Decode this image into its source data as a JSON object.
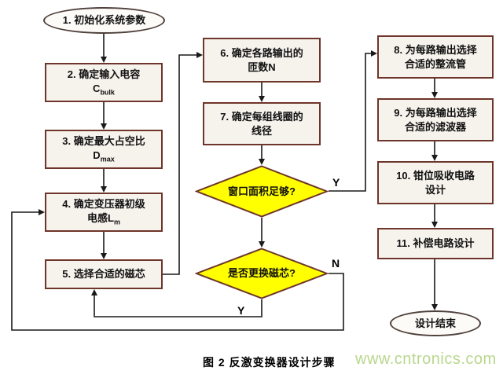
{
  "figure": {
    "caption": "图 2 反激变换器设计步骤",
    "watermark": "www.cntronics.com"
  },
  "branch_labels": {
    "d1_yes": "Y",
    "d2_no": "N",
    "d2_yes": "Y"
  },
  "nodes": {
    "start": {
      "label": "1. 初始化系统参数"
    },
    "n2": {
      "line1": "2. 确定输入电容",
      "sym": "C",
      "sub": "bulk"
    },
    "n3": {
      "line1": "3. 确定最大占空比",
      "sym": "D",
      "sub": "max"
    },
    "n4": {
      "line1": "4. 确定变压器初级",
      "line2": "电感",
      "sym": "L",
      "sub": "m"
    },
    "n5": {
      "label": "5. 选择合适的磁芯"
    },
    "n6": {
      "line1": "6. 确定各路输出的",
      "line2": "匝数N"
    },
    "n7": {
      "line1": "7. 确定每组线圈的",
      "line2": "线径"
    },
    "d1": {
      "label": "窗口面积足够?"
    },
    "d2": {
      "label": "是否更换磁芯?"
    },
    "n8": {
      "line1": "8. 为每路输出选择",
      "line2": "合适的整流管"
    },
    "n9": {
      "line1": "9. 为每路输出选择",
      "line2": "合适的滤波器"
    },
    "n10": {
      "line1": "10. 钳位吸收电路",
      "line2": "设计"
    },
    "n11": {
      "label": "11. 补偿电路设计"
    },
    "end": {
      "label": "设计结束"
    }
  },
  "colors": {
    "diamond_fill": "#ffff00",
    "box_fill": "#f6f3ed",
    "box_border": "#6e352a",
    "arrow": "#1a1a1a",
    "watermark": "#b9d78e"
  }
}
